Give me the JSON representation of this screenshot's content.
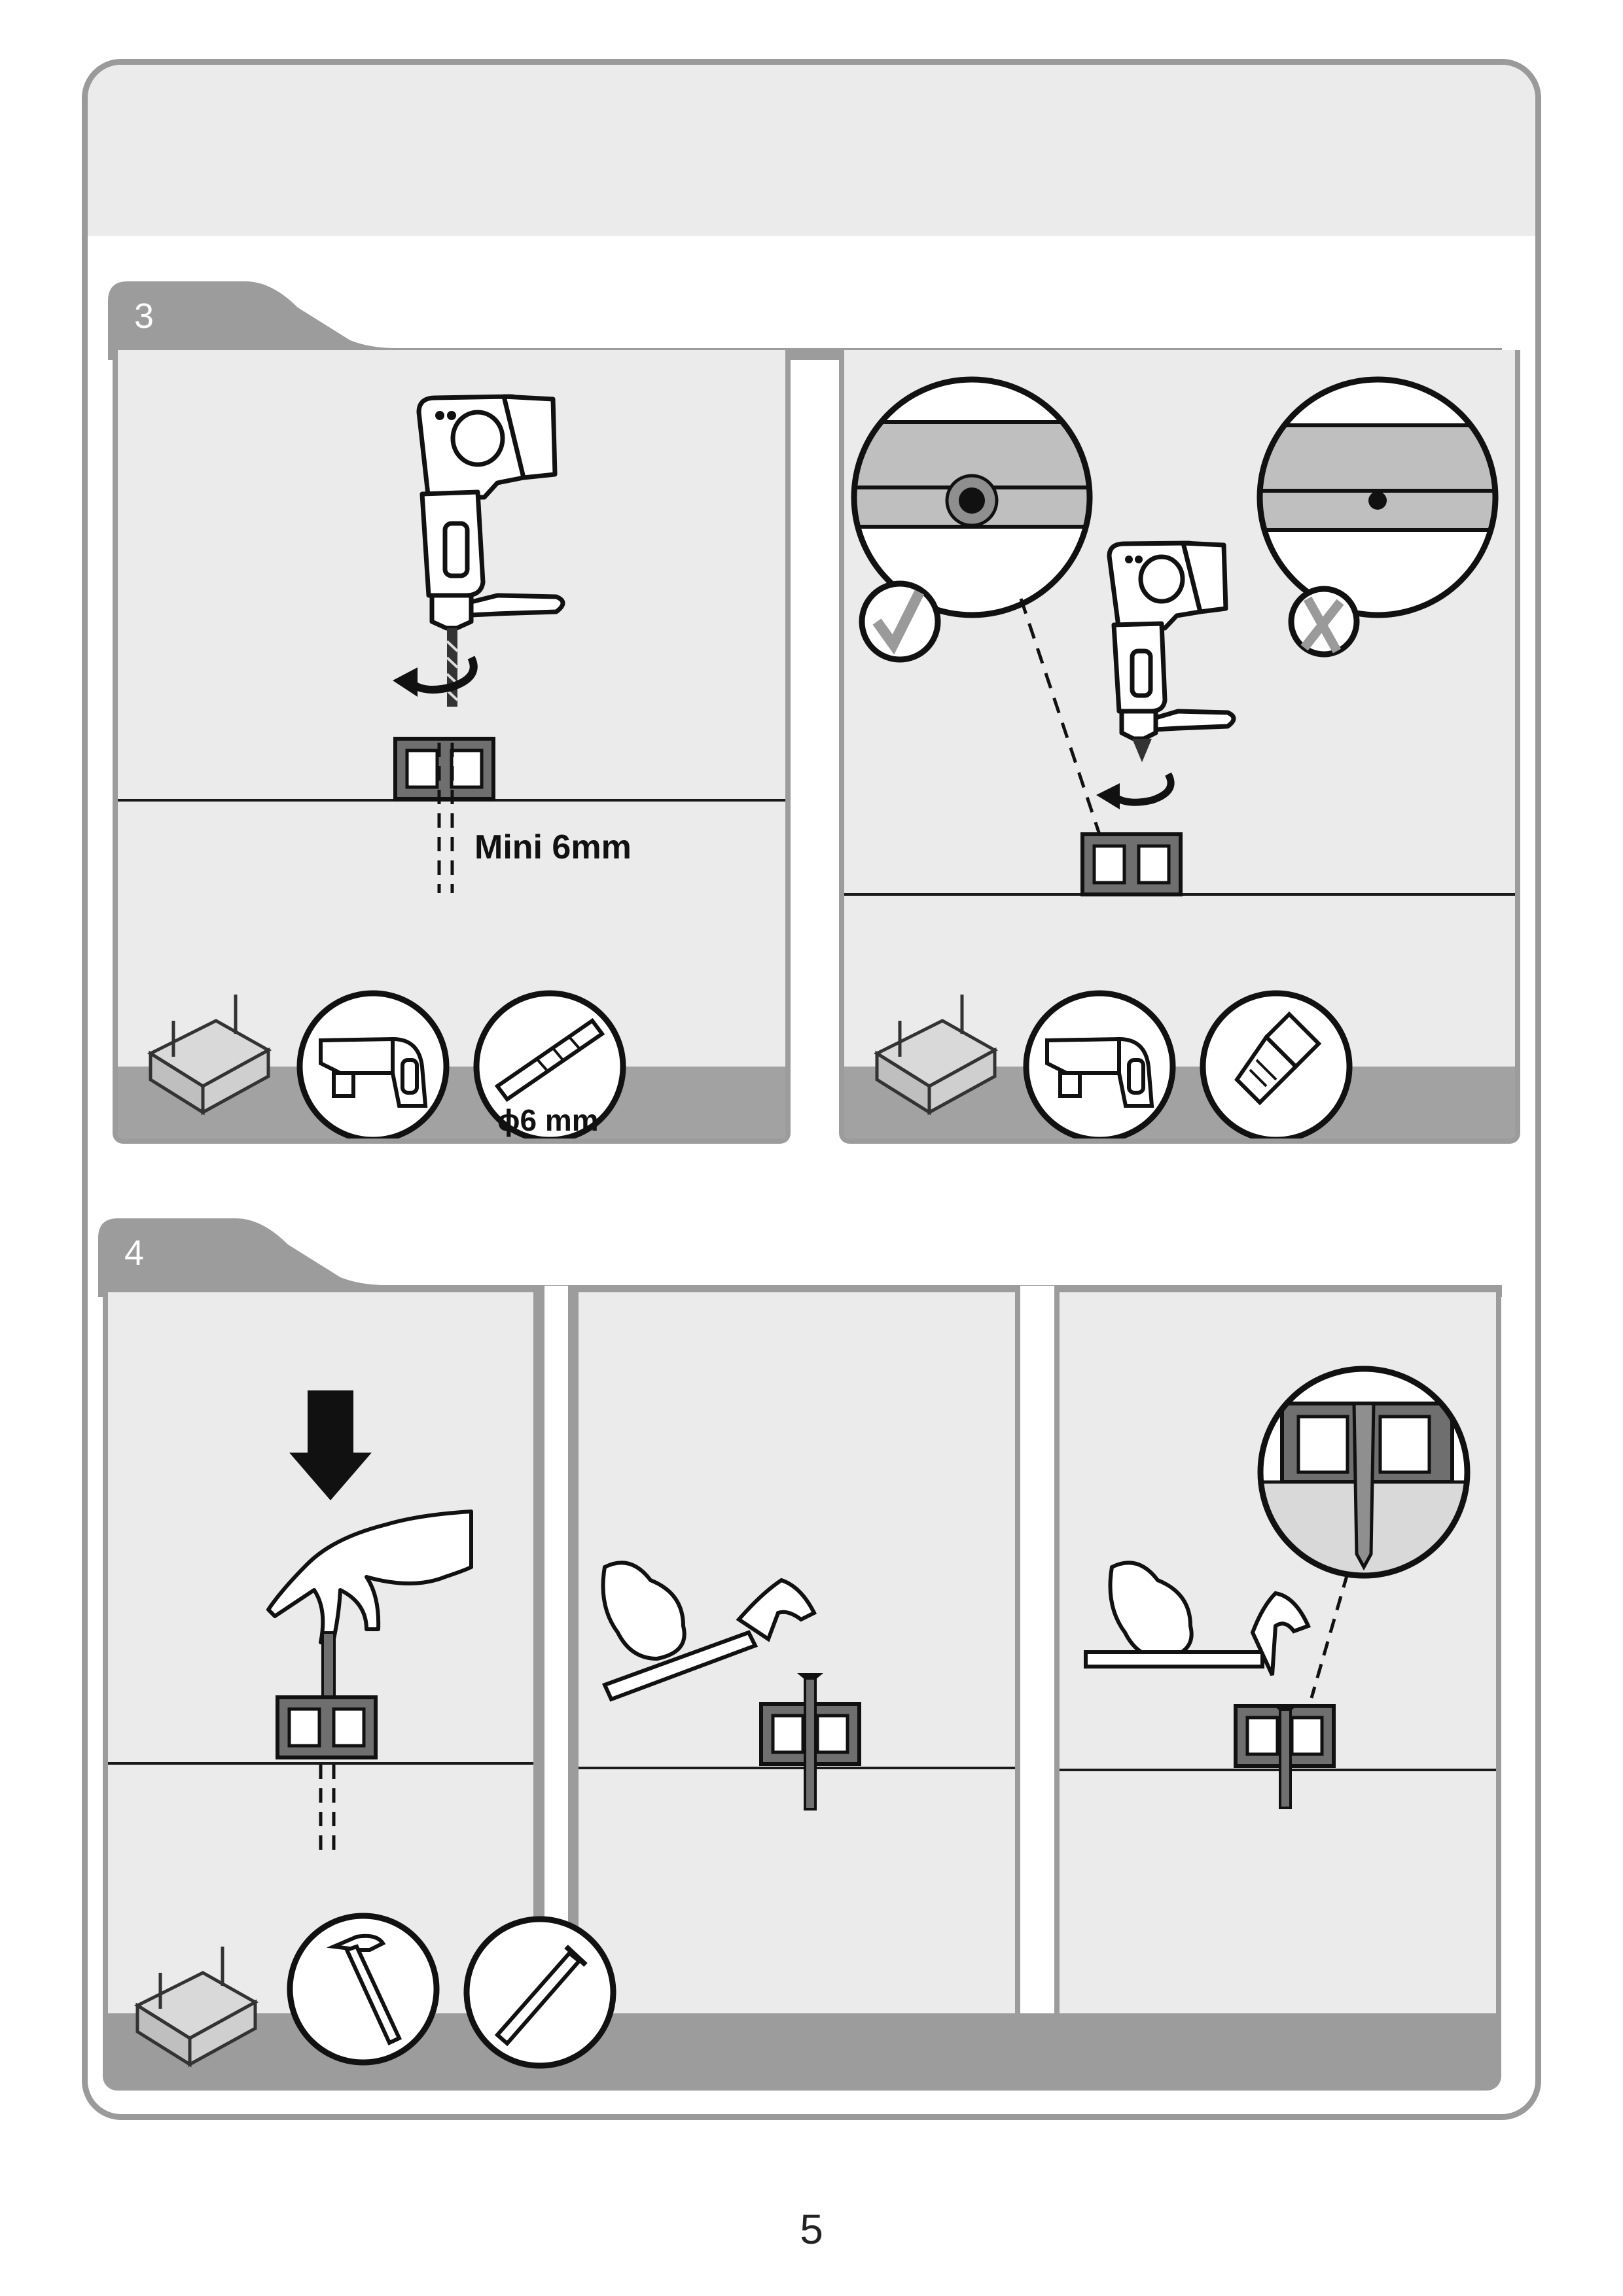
{
  "page": {
    "number": "5"
  },
  "steps": [
    {
      "number": "3",
      "panels": [
        {
          "id": "drill-hole",
          "label": "Mini 6mm",
          "tools": [
            "drill-icon",
            "drill-bit-icon"
          ],
          "tool_label": "ɸ6 mm"
        },
        {
          "id": "countersink",
          "check": "✓",
          "cross": "✗",
          "tools": [
            "drill-icon",
            "countersink-bit-icon"
          ]
        }
      ]
    },
    {
      "number": "4",
      "panels": [
        {
          "id": "insert-plug",
          "tools": [
            "hammer-icon",
            "nail-plug-icon"
          ]
        },
        {
          "id": "hammer-plug"
        },
        {
          "id": "hammer-flush"
        }
      ]
    }
  ]
}
